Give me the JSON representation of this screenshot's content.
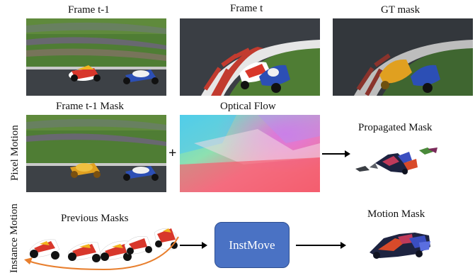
{
  "labels": {
    "frame_prev": "Frame t-1",
    "frame_t": "Frame t",
    "gt_mask": "GT mask",
    "frame_prev_mask": "Frame t-1 Mask",
    "optical_flow": "Optical Flow",
    "propagated_mask": "Propagated Mask",
    "previous_masks": "Previous Masks",
    "motion_mask": "Motion Mask",
    "instmove": "InstMove",
    "plus": "+"
  },
  "rows": {
    "pixel_motion": "Pixel Motion",
    "instance_motion": "Instance Motion"
  },
  "colors": {
    "instmove_fill": "#4a72c4",
    "instmove_stroke": "#2f4f90",
    "feedback_arrow": "#e87f2e",
    "arrow": "#000000",
    "grass": "#4f7d34",
    "track": "#3d4146",
    "mask_orange": "#e0a020"
  }
}
